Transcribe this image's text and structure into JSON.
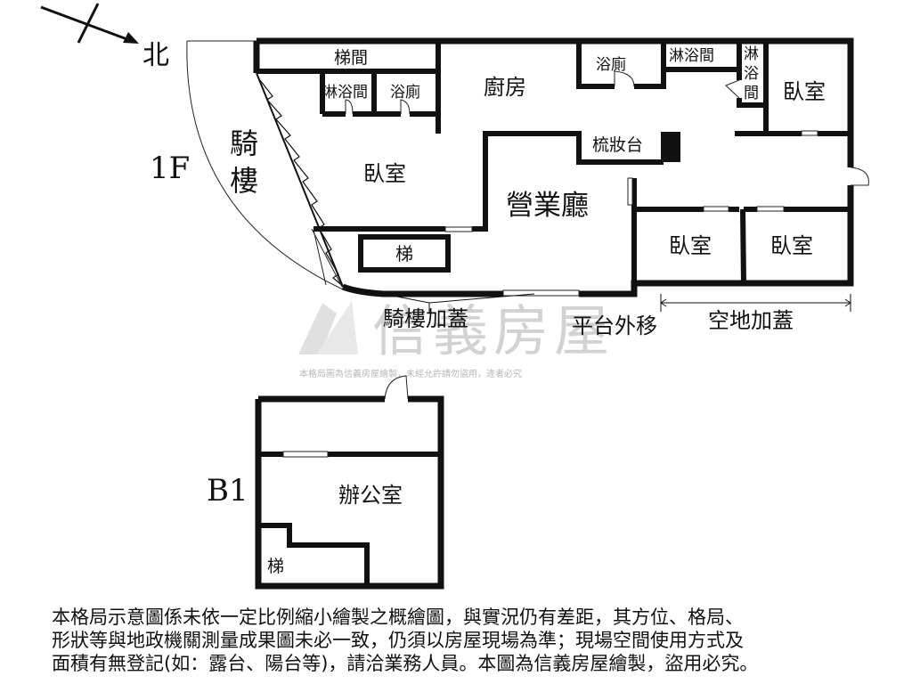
{
  "compass": {
    "north_label": "北"
  },
  "floors": [
    {
      "label": "1F",
      "rooms": {
        "stair_hall": "梯間",
        "shower_left": "淋浴間",
        "bath_left": "浴廁",
        "arcade": "騎樓",
        "bedroom_main": "臥室",
        "stair": "梯",
        "kitchen": "廚房",
        "business_hall": "營業廳",
        "vanity": "梳妝台",
        "bath_right": "浴廁",
        "shower_right": "淋浴間",
        "shower_narrow": "淋浴間",
        "bedroom_ne": "臥室",
        "bedroom_s1": "臥室",
        "bedroom_s2": "臥室"
      },
      "annotations": {
        "arcade_addition": "騎樓加蓋",
        "platform_shift": "平台外移",
        "open_space_addition": "空地加蓋"
      }
    },
    {
      "label": "B1",
      "rooms": {
        "office": "辦公室",
        "stair": "梯"
      }
    }
  ],
  "watermark": {
    "brand": "信義房屋",
    "notice": "本格局圖為信義房屋繪製，未經允許請勿盜用，違者必究"
  },
  "disclaimer_lines": [
    "本格局示意圖係未依一定比例縮小繪製之概繪圖，與實況仍有差距，其方位、格局、",
    "形狀等與地政機關測量成果圖未必一致，仍須以房屋現場為準；現場空間使用方式及",
    "面積有無登記(如：露台、陽台等)，請洽業務人員。本圖為信義房屋繪製，盜用必究。"
  ]
}
